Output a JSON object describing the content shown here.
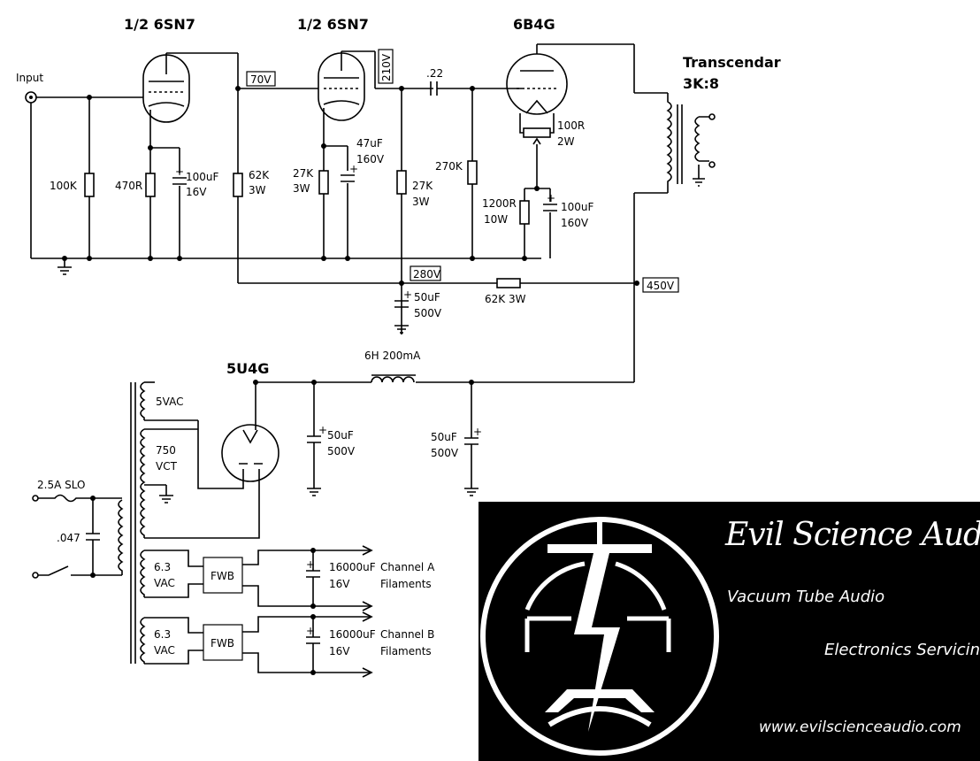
{
  "tubes": {
    "v1": "1/2 6SN7",
    "v2": "1/2 6SN7",
    "v3": "6B4G",
    "rect": "5U4G"
  },
  "transformer": {
    "name": "Transcendar",
    "ratio": "3K:8"
  },
  "input_label": "Input",
  "voltages": {
    "v70": "70V",
    "v210": "210V",
    "v280": "280V",
    "v450": "450V"
  },
  "components": {
    "r_in": "100K",
    "r_k1": "470R",
    "c_k1_a": "100uF",
    "c_k1_b": "16V",
    "r_p1_a": "62K",
    "r_p1_b": "3W",
    "r_p2_a": "27K",
    "r_p2_b": "3W",
    "c_2_a": "47uF",
    "c_2_b": "160V",
    "r_dec_a": "27K",
    "r_dec_b": "3W",
    "c_coup": ".22",
    "r_grid": "270K",
    "r_hum_a": "100R",
    "r_hum_b": "2W",
    "r_k3_a": "1200R",
    "r_k3_b": "10W",
    "c_k3_a": "100uF",
    "c_k3_b": "160V",
    "c_280_a": "50uF",
    "c_280_b": "500V",
    "r_drop": "62K  3W",
    "choke": "6H 200mA",
    "c_ps1_a": "50uF",
    "c_ps1_b": "500V",
    "c_ps2_a": "50uF",
    "c_ps2_b": "500V",
    "sec_5v": "5VAC",
    "sec_hv_a": "750",
    "sec_hv_b": "VCT",
    "fuse": "2.5A SLO",
    "c_line": ".047",
    "sec_fil1_a": "6.3",
    "sec_fil1_b": "VAC",
    "sec_fil2_a": "6.3",
    "sec_fil2_b": "VAC",
    "fwb1": "FWB",
    "fwb2": "FWB",
    "c_fil1_a": "16000uF",
    "c_fil1_b": "16V",
    "c_fil2_a": "16000uF",
    "c_fil2_b": "16V",
    "fil_a_a": "Channel A",
    "fil_a_b": "Filaments",
    "fil_b_a": "Channel B",
    "fil_b_b": "Filaments"
  },
  "logo": {
    "title": "Evil Science Audio",
    "subtitle1": "Vacuum Tube Audio",
    "subtitle2": "Electronics Servicing",
    "url": "www.evilscienceaudio.com"
  }
}
